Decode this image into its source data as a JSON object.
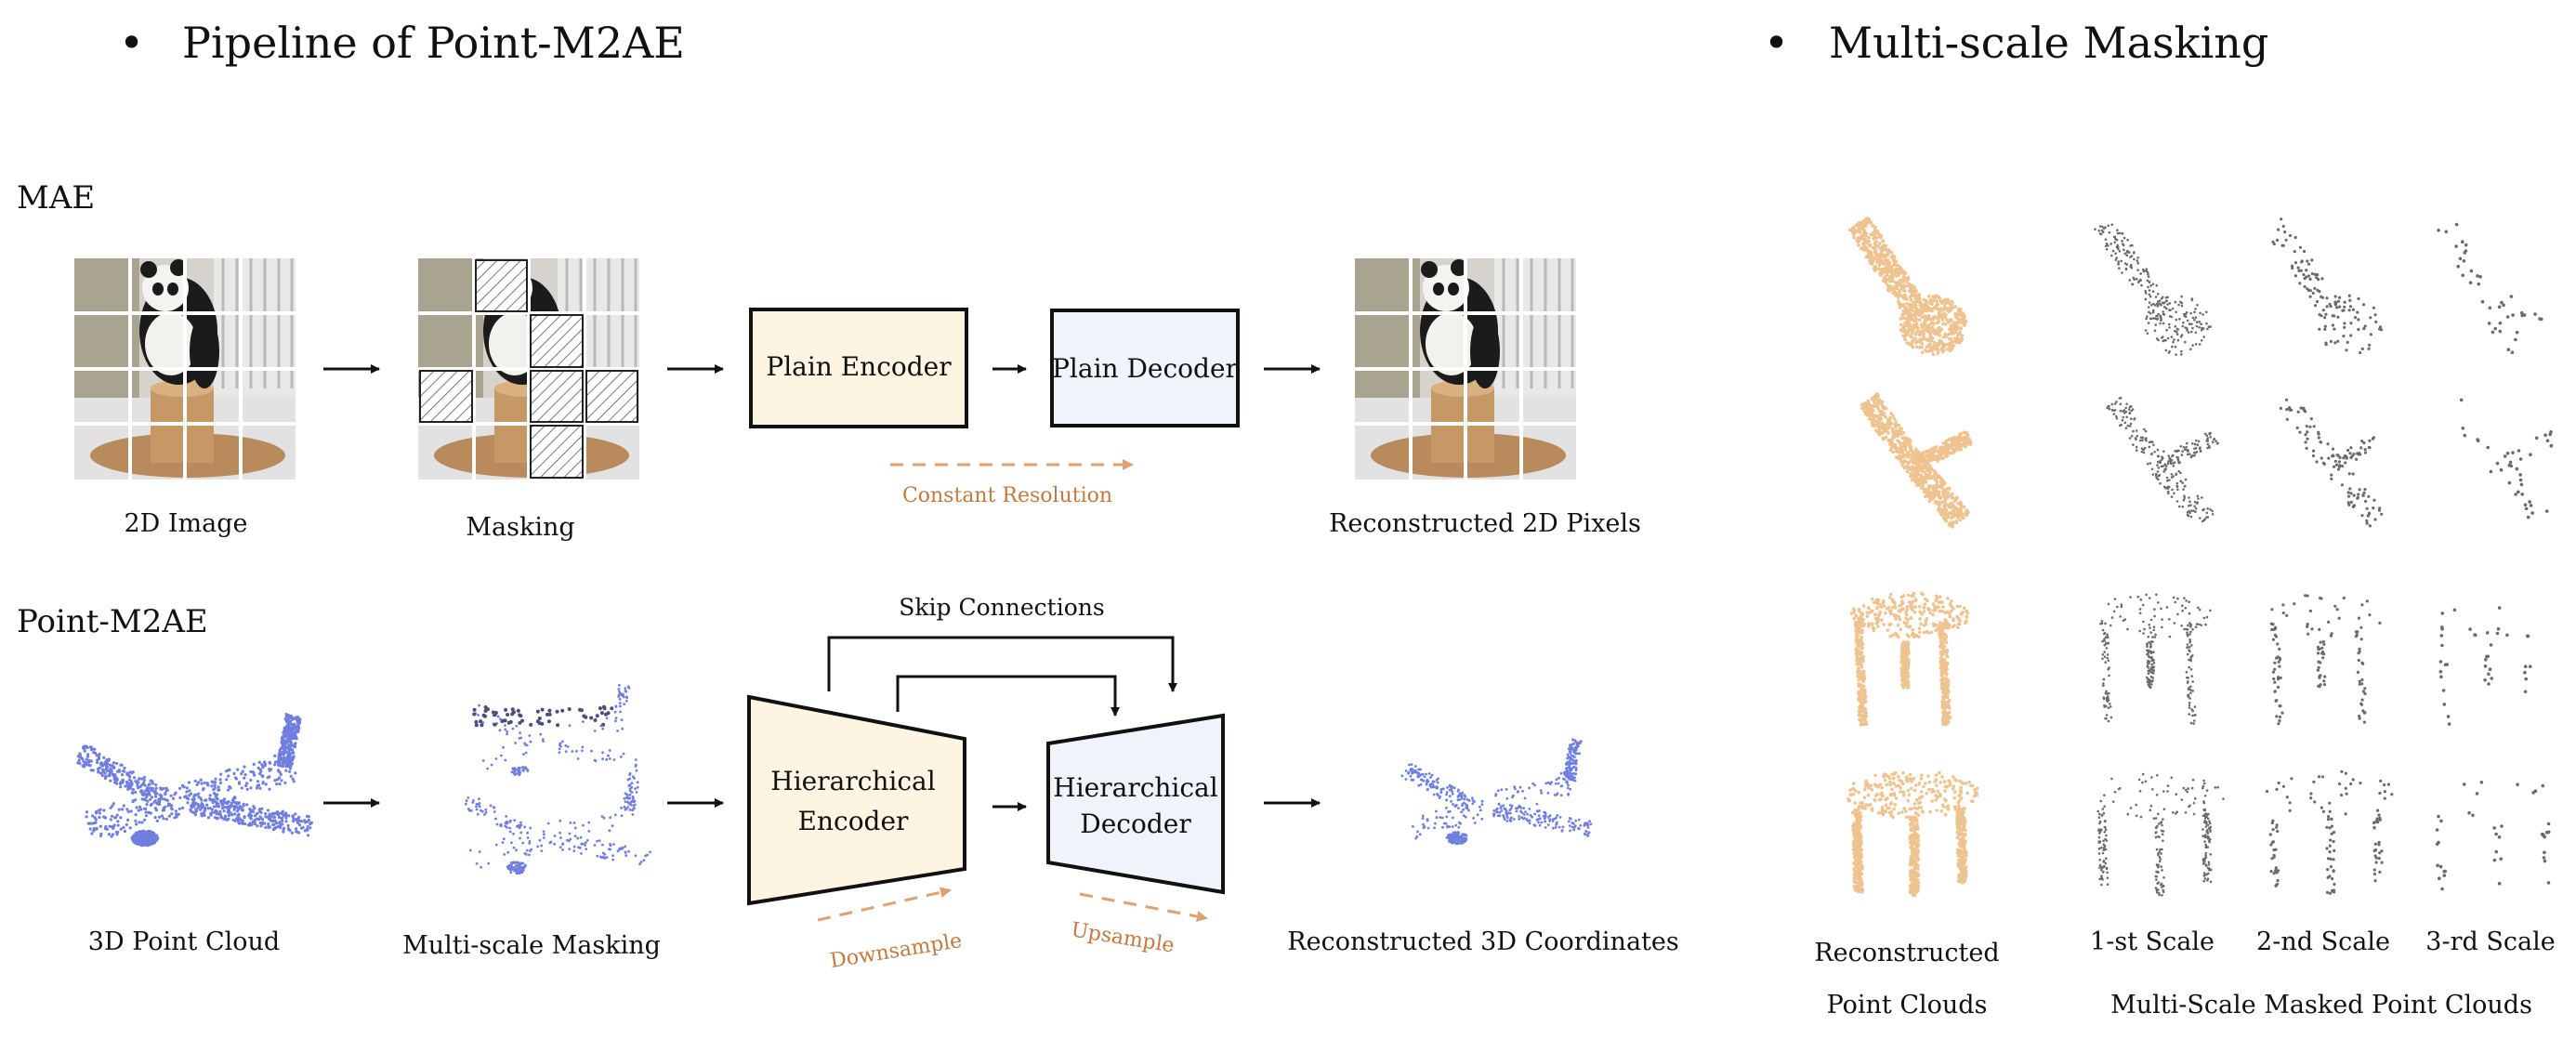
{
  "sections": {
    "pipeline_title": "Pipeline of Point-M2AE",
    "masking_title": "Multi-scale Masking",
    "bullet": "•"
  },
  "mae": {
    "row_label": "MAE",
    "image_label": "2D Image",
    "masking_label": "Masking",
    "encoder_label": "Plain Encoder",
    "decoder_label": "Plain Decoder",
    "resolution_note": "Constant Resolution",
    "output_label": "Reconstructed 2D Pixels"
  },
  "m2ae": {
    "row_label": "Point-M2AE",
    "input_label": "3D Point Cloud",
    "masking_label": "Multi-scale Masking",
    "encoder_line1": "Hierarchical",
    "encoder_line2": "Encoder",
    "decoder_line1": "Hierarchical",
    "decoder_line2": "Decoder",
    "skip_label": "Skip Connections",
    "downsample_note": "Downsample",
    "upsample_note": "Upsample",
    "output_label": "Reconstructed 3D Coordinates"
  },
  "multiscale": {
    "scale1": "1-st Scale",
    "scale2": "2-nd Scale",
    "scale3": "3-rd Scale",
    "reconstructed_line1": "Reconstructed",
    "reconstructed_line2": "Point Clouds",
    "masked_caption": "Multi-Scale Masked Point Clouds"
  },
  "colors": {
    "encoder_fill": "#fdf4e1",
    "decoder_fill": "#eef4fa",
    "note_color": "#c47a3e",
    "point_blue": "#6f7fe0",
    "point_orange": "#efc38f",
    "point_gray": "#6b6b6b"
  }
}
